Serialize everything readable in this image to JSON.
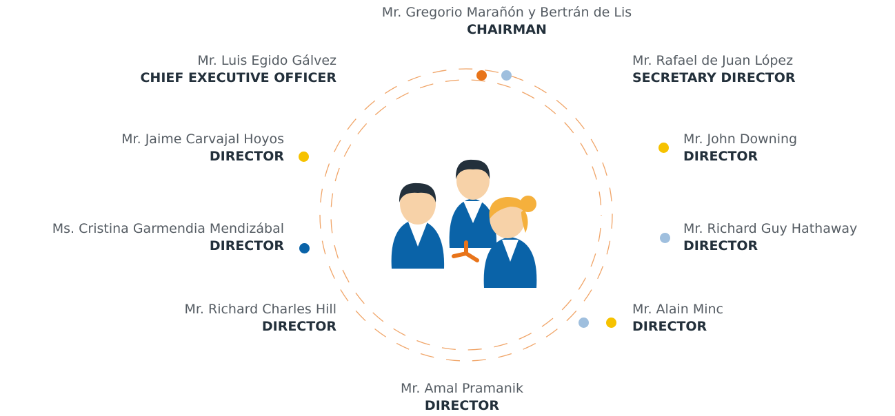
{
  "colors": {
    "orange": "#e8741a",
    "yellow": "#f6c200",
    "dark_blue": "#0a63a8",
    "light_blue": "#9fbfde",
    "name_text": "#555c63",
    "role_text": "#23303b",
    "ring": "#f0a467"
  },
  "members": [
    {
      "name": "Mr. Gregorio Marañón y Bertrán de Lis",
      "role": "CHAIRMAN"
    },
    {
      "name": "Mr. Luis Egido Gálvez",
      "role": "CHIEF EXECUTIVE OFFICER"
    },
    {
      "name": "Mr. Rafael de Juan López",
      "role": "SECRETARY DIRECTOR"
    },
    {
      "name": "Mr. Jaime Carvajal Hoyos",
      "role": "DIRECTOR"
    },
    {
      "name": "Mr. John Downing",
      "role": "DIRECTOR"
    },
    {
      "name": "Ms. Cristina Garmendia Mendizábal",
      "role": "DIRECTOR"
    },
    {
      "name": "Mr. Richard Guy Hathaway",
      "role": "DIRECTOR"
    },
    {
      "name": "Mr. Richard Charles Hill",
      "role": "DIRECTOR"
    },
    {
      "name": "Mr. Alain Minc",
      "role": "DIRECTOR"
    },
    {
      "name": "Mr. Amal Pramanik",
      "role": "DIRECTOR"
    }
  ],
  "center_icon": "people-group-icon"
}
